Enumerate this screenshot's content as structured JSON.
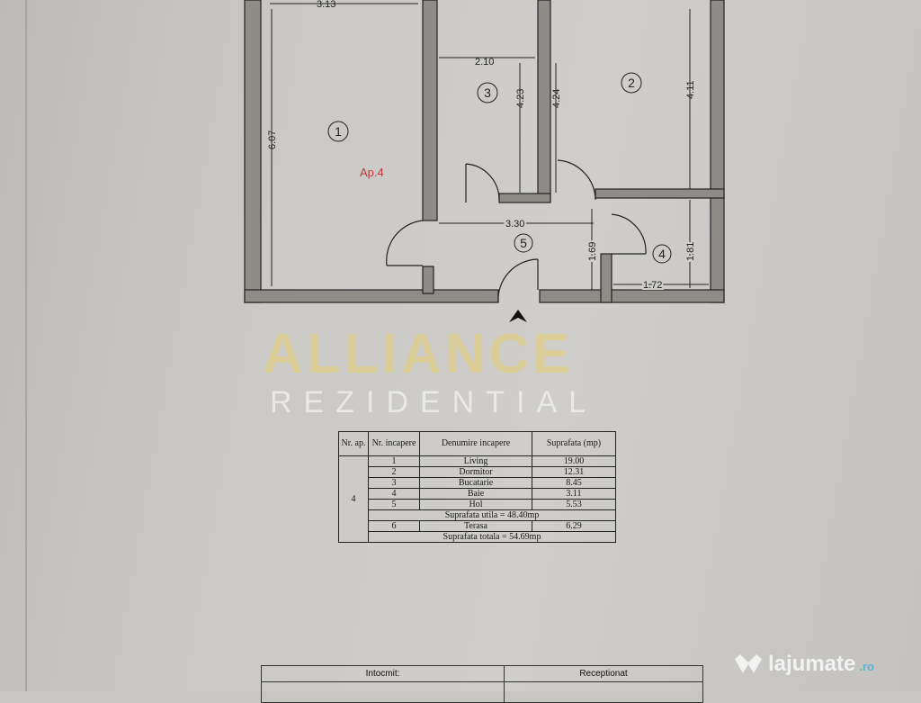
{
  "plan": {
    "apartment_label": "Ap.4",
    "rooms": [
      "1",
      "2",
      "3",
      "4",
      "5"
    ],
    "dimensions": {
      "top_living": "3.13",
      "living_height": "6.07",
      "kitchen_width": "2.10",
      "kitchen_height": "4.23",
      "bedroom_left_height": "4.24",
      "bedroom_height": "4.11",
      "hall_width": "3.30",
      "hall_height": "1.69",
      "bath_height": "1.81",
      "bath_width": "1.72"
    },
    "accent_color": "#c0393b"
  },
  "watermark": {
    "brand": "ALLIANCE",
    "sub": "REZIDENTIAL"
  },
  "table": {
    "headers": [
      "Nr. ap.",
      "Nr. incapere",
      "Denumire incapere",
      "Suprafata (mp)"
    ],
    "apartment": "4",
    "rows": [
      {
        "nr": "1",
        "name": "Living",
        "area": "19.00"
      },
      {
        "nr": "2",
        "name": "Dormitor",
        "area": "12.31"
      },
      {
        "nr": "3",
        "name": "Bucatarie",
        "area": "8.45"
      },
      {
        "nr": "4",
        "name": "Baie",
        "area": "3.11"
      },
      {
        "nr": "5",
        "name": "Hol",
        "area": "5.53"
      }
    ],
    "usable": "Suprafata utila = 48.40mp",
    "terrace": {
      "nr": "6",
      "name": "Terasa",
      "area": "6.29"
    },
    "total": "Suprafata totala = 54.69mp"
  },
  "footer": {
    "left": "Intocmit:",
    "right": "Receptionat"
  },
  "site_logo": {
    "name": "lajumate",
    "tld": ".ro"
  }
}
